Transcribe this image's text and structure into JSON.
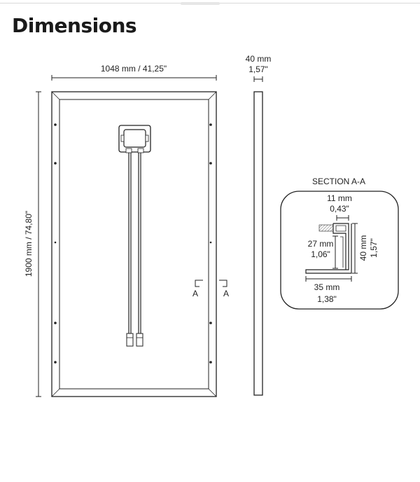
{
  "page": {
    "title": "Dimensions"
  },
  "diagram": {
    "width_label": "1048 mm / 41,25\"",
    "height_label": "1900 mm / 74,80\"",
    "depth_label_mm": "40 mm",
    "depth_label_in": "1,57\"",
    "section_marker_left": "A",
    "section_marker_right": "A",
    "section": {
      "title": "SECTION A-A",
      "lip_mm": "11 mm",
      "lip_in": "0,43\"",
      "inner_mm": "27 mm",
      "inner_in": "1,06\"",
      "height_mm": "40 mm",
      "height_in": "1,57\"",
      "base_mm": "35 mm",
      "base_in": "1,38\""
    }
  }
}
